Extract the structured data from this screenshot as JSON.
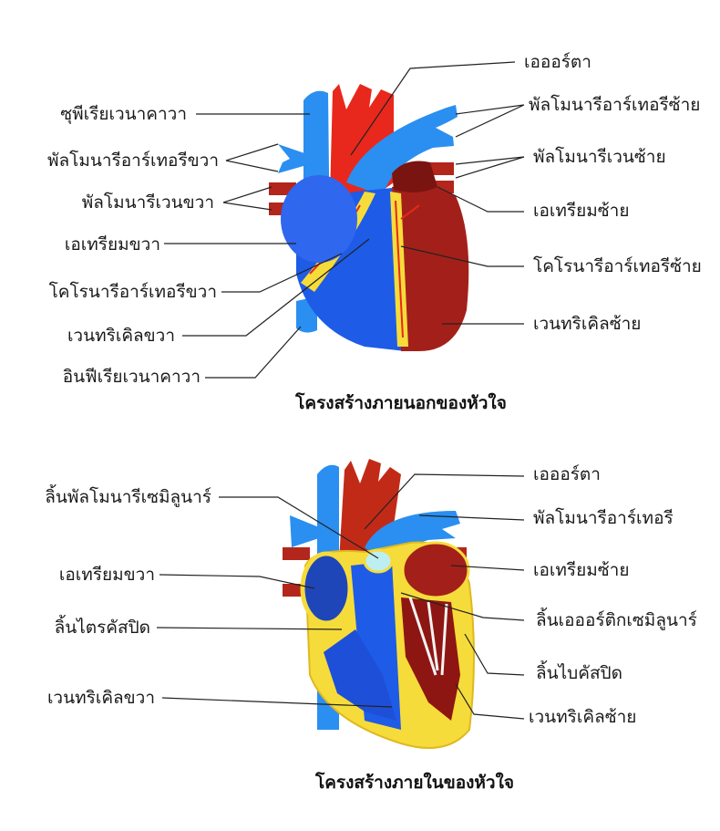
{
  "external": {
    "title": "โครงสร้างภายนอกของหัวใจ",
    "labels": {
      "superior_vena_cava": "ซุพีเรียเวนาคาวา",
      "right_pulmonary_artery": "พัลโมนารีอาร์เทอรีขวา",
      "right_pulmonary_vein": "พัลโมนารีเวนขวา",
      "right_atrium": "เอเทรียมขวา",
      "right_coronary_artery": "โคโรนารีอาร์เทอรีขวา",
      "right_ventricle": "เวนทริเคิลขวา",
      "inferior_vena_cava": "อินฟีเรียเวนาคาวา",
      "aorta": "เอออร์ตา",
      "left_pulmonary_artery": "พัลโมนารีอาร์เทอรีซ้าย",
      "left_pulmonary_vein": "พัลโมนารีเวนซ้าย",
      "left_atrium": "เอเทรียมซ้าย",
      "left_coronary_artery": "โคโรนารีอาร์เทอรีซ้าย",
      "left_ventricle": "เวนทริเคิลซ้าย"
    }
  },
  "internal": {
    "title": "โครงสร้างภายในของหัวใจ",
    "labels": {
      "pulmonary_semilunar_valve": "ลิ้นพัลโมนารีเซมิลูนาร์",
      "right_atrium": "เอเทรียมขวา",
      "tricuspid_valve": "ลิ้นไตรคัสปิด",
      "right_ventricle": "เวนทริเคิลขวา",
      "aorta": "เอออร์ตา",
      "pulmonary_artery": "พัลโมนารีอาร์เทอรี",
      "left_atrium": "เอเทรียมซ้าย",
      "aortic_semilunar_valve": "ลิ้นเอออร์ติกเซมิลูนาร์",
      "bicuspid_valve": "ลิ้นไบคัสปิด",
      "left_ventricle": "เวนทริเคิลซ้าย"
    }
  },
  "colors": {
    "oxygen_poor": "#1e5be6",
    "vessel_blue": "#2a8ff0",
    "oxygen_rich": "#e8281c",
    "dark_red": "#8e1612",
    "fat": "#f6dc3a"
  }
}
